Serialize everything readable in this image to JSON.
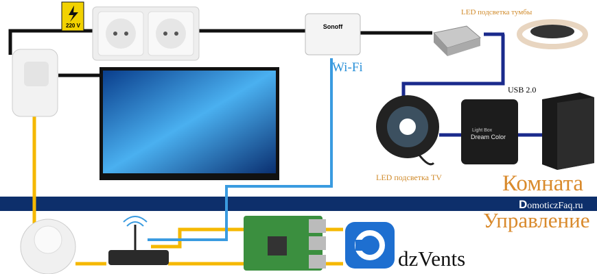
{
  "labels": {
    "led_cabinet": "LED подсветка тумбы",
    "usb": "USB 2.0",
    "led_tv": "LED подсветка TV",
    "wifi": "Wi-Fi",
    "room": "Комната",
    "control": "Управление",
    "site_initial": "D",
    "site_rest": "omoticzFaq.ru",
    "dzvents": "dzVents",
    "voltage": "220 V"
  },
  "devices": {
    "sonoff": "Sonoff",
    "lightbox_line1": "Light Box",
    "lightbox_line2": "Dream Color"
  },
  "colors": {
    "band": "#0d2f6b",
    "power": "#111111",
    "yellow": "#f5b800",
    "wifi_blue": "#3a9be0",
    "dark_blue": "#1a2a8c",
    "accent": "#d98a2c"
  }
}
